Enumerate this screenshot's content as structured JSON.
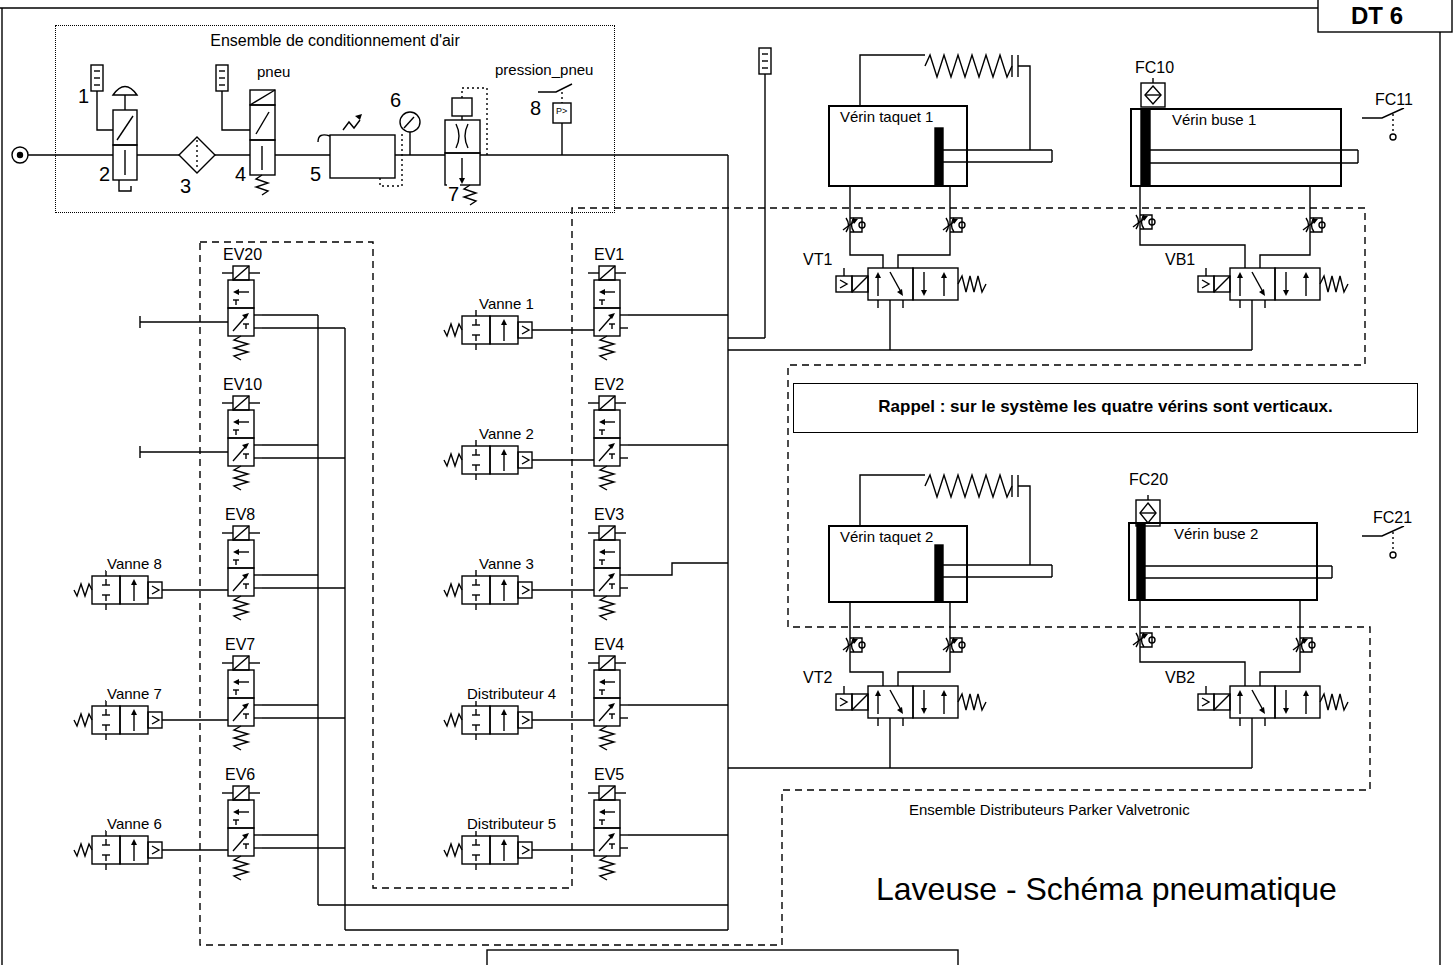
{
  "diagram": {
    "title": "Laveuse - Schéma pneumatique",
    "nodes": [
      {
        "text": [
          "Ensemble de conditionnement d'air"
        ]
      },
      {
        "text": [
          "Vérin taquet 1"
        ]
      },
      {
        "text": [
          "Vérin buse 1"
        ]
      },
      {
        "text": [
          "Rappel : sur le système les quatre vérins sont verticaux."
        ]
      },
      {
        "text": [
          "Vérin taquet 2"
        ]
      },
      {
        "text": [
          "Vérin buse 2"
        ]
      }
    ],
    "labels": [
      "DT 6",
      "pneu",
      "pression_pneu",
      "1",
      "6",
      "8",
      "P>",
      "2",
      "4",
      "3",
      "5",
      "7",
      "FC10",
      "FC11",
      "EV20",
      "EV1",
      "VT1",
      "VB1",
      "Vanne 1",
      "EV10",
      "EV2",
      "Vanne 2",
      "FC20",
      "FC21",
      "EV8",
      "EV3",
      "Vanne 8",
      "Vanne 3",
      "EV7",
      "EV4",
      "VT2",
      "VB2",
      "Vanne 7",
      "Distributeur 4",
      "EV6",
      "EV5",
      "Vanne 6",
      "Distributeur 5",
      "Ensemble Distributeurs Parker Valvetronic"
    ]
  }
}
